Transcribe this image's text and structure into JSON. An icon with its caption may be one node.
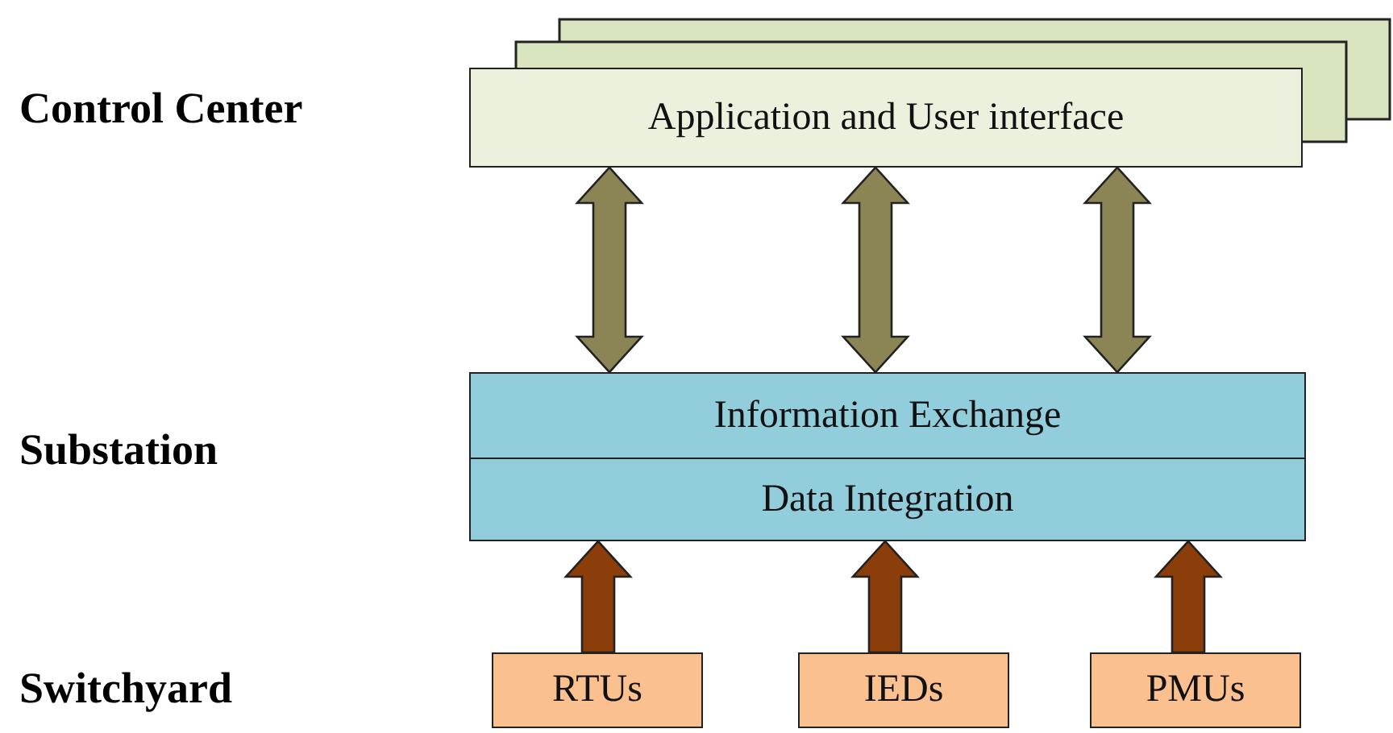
{
  "diagram": {
    "nodes": [
      {
        "text": [
          "Application and User interface"
        ]
      },
      {
        "text": [
          "Information Exchange"
        ]
      },
      {
        "text": [
          "Data Integration"
        ]
      },
      {
        "text": [
          "RTUs"
        ]
      },
      {
        "text": [
          "IEDs"
        ]
      },
      {
        "text": [
          "PMUs"
        ]
      }
    ],
    "edges": [
      {
        "from": 1,
        "to": 0,
        "arrow": "both",
        "style": "thick",
        "color": "#8b8555"
      },
      {
        "from": 1,
        "to": 0,
        "arrow": "both",
        "style": "thick",
        "color": "#8b8555"
      },
      {
        "from": 1,
        "to": 0,
        "arrow": "both",
        "style": "thick",
        "color": "#8b8555"
      },
      {
        "from": 3,
        "to": 2,
        "arrow": "to",
        "style": "thick",
        "color": "#8b3e0a"
      },
      {
        "from": 4,
        "to": 2,
        "arrow": "to",
        "style": "thick",
        "color": "#8b3e0a"
      },
      {
        "from": 5,
        "to": 2,
        "arrow": "to",
        "style": "thick",
        "color": "#8b3e0a"
      }
    ],
    "labels": [
      "Control Center",
      "Substation",
      "Switchyard"
    ]
  }
}
